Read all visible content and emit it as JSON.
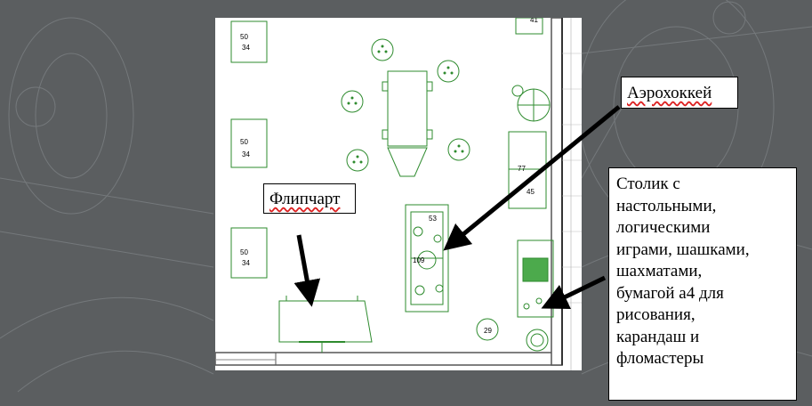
{
  "callouts": {
    "air_hockey": "Аэрохоккей",
    "flipchart": "Флипчарт",
    "table_games": [
      "Столик с",
      "настольными,",
      "логическими",
      "играми, шашками,",
      "шахматами,",
      "бумагой а4 для",
      "рисования,",
      "карандаш и",
      "фломастеры"
    ]
  },
  "plan": {
    "dim_50_a": "50",
    "dim_34_a": "34",
    "dim_50_b": "50",
    "dim_34_b": "34",
    "dim_50_c": "50",
    "dim_34_c": "34",
    "dim_41": "41",
    "dim_77": "77",
    "dim_45": "45",
    "dim_53": "53",
    "dim_109": "109",
    "dim_29": "29"
  },
  "colors": {
    "furniture": "#2e8b2e",
    "wall": "#555555",
    "background": "#5a5d5f",
    "arrow": "#000000"
  }
}
